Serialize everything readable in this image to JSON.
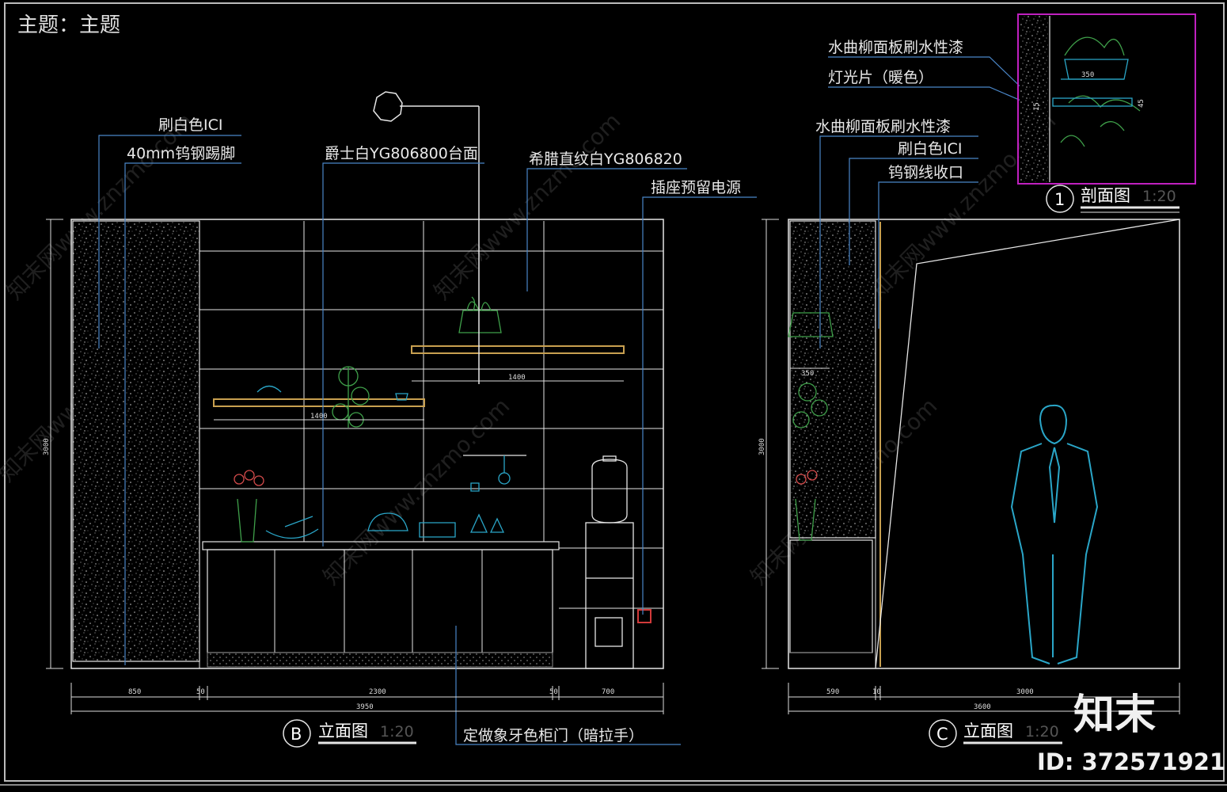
{
  "header": {
    "title": "主题：主题"
  },
  "elevation_b": {
    "labels": {
      "paint_white": "刷白色ICI",
      "steel_kick": "40mm钨钢踢脚",
      "countertop": "爵士白YG806800台面",
      "wall_tile": "希腊直纹白YG806820",
      "socket": "插座预留电源",
      "cabinet_door": "定做象牙色柜门（暗拉手）"
    },
    "dims": {
      "d850": "850",
      "d50a": "50",
      "d2300": "2300",
      "d50b": "50",
      "d700": "700",
      "total": "3950",
      "height": "3000",
      "shelf1": "1400",
      "shelf2": "1400"
    },
    "title": {
      "mark": "B",
      "name": "立面图",
      "scale": "1:20"
    }
  },
  "elevation_c": {
    "labels": {
      "veneer_a": "水曲柳面板刷水性漆",
      "light": "灯光片（暖色）",
      "veneer_b": "水曲柳面板刷水性漆",
      "paint_white": "刷白色ICI",
      "steel_trim": "钨钢线收口"
    },
    "dims": {
      "d590": "590",
      "d10": "10",
      "d3000": "3000",
      "total": "3600",
      "height": "3000",
      "planter": "350"
    },
    "title": {
      "mark": "C",
      "name": "立面图",
      "scale": "1:20"
    }
  },
  "section_1": {
    "dims": {
      "d350": "350",
      "d15": "15",
      "d45": "45"
    },
    "title": {
      "mark": "1",
      "name": "剖面图",
      "scale": "1:20"
    }
  },
  "watermark": {
    "text": "知末网www.znzmo.com"
  },
  "brand": {
    "logo": "知末",
    "id": "ID: 372571921"
  },
  "colors": {
    "background": "#000000",
    "line_white": "#e6e6e6",
    "line_cyan": "#2aa6c8",
    "line_yellow": "#c8a050",
    "line_green": "#3fa04a",
    "line_red": "#d23a3a",
    "frame_magenta": "#c020c0"
  }
}
